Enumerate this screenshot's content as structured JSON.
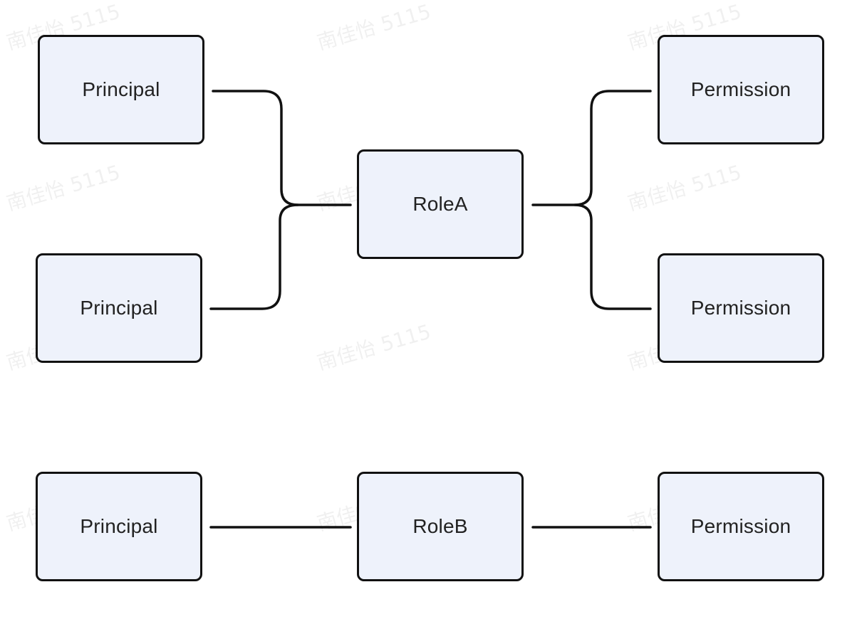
{
  "diagram": {
    "nodes": [
      {
        "id": "principal-1",
        "label": "Principal"
      },
      {
        "id": "principal-2",
        "label": "Principal"
      },
      {
        "id": "principal-3",
        "label": "Principal"
      },
      {
        "id": "role-a",
        "label": "RoleA"
      },
      {
        "id": "role-b",
        "label": "RoleB"
      },
      {
        "id": "permission-1",
        "label": "Permission"
      },
      {
        "id": "permission-2",
        "label": "Permission"
      },
      {
        "id": "permission-3",
        "label": "Permission"
      }
    ],
    "edges": [
      {
        "from": "principal-1",
        "to": "role-a"
      },
      {
        "from": "principal-2",
        "to": "role-a"
      },
      {
        "from": "role-a",
        "to": "permission-1"
      },
      {
        "from": "role-a",
        "to": "permission-2"
      },
      {
        "from": "principal-3",
        "to": "role-b"
      },
      {
        "from": "role-b",
        "to": "permission-3"
      }
    ]
  },
  "watermark": {
    "text": "南佳怡 5115"
  },
  "colors": {
    "node_fill": "#eef2fb",
    "node_border": "#111111",
    "edge": "#111111",
    "text": "#222222"
  }
}
